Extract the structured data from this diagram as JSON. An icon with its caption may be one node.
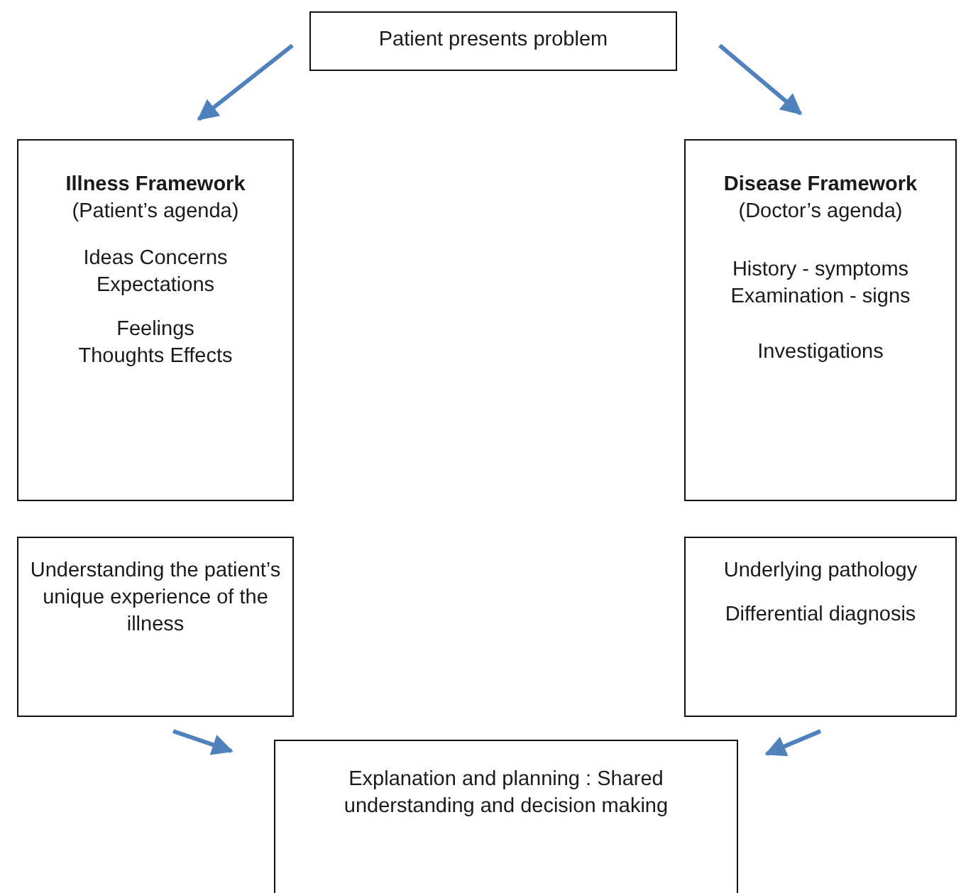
{
  "diagram": {
    "nodes": [
      {
        "text": [
          "Patient presents problem"
        ]
      },
      {
        "text": [
          "Illness Framework",
          "(Patient’s agenda)",
          "Ideas Concerns Expectations",
          "Feelings Thoughts Effects"
        ]
      },
      {
        "text": [
          "Disease Framework",
          "(Doctor’s agenda)",
          "History - symptoms Examination - signs",
          "Investigations"
        ]
      },
      {
        "text": [
          "Understanding the patient’s unique experience of the illness"
        ]
      },
      {
        "text": [
          "Underlying pathology",
          "Differential diagnosis"
        ]
      },
      {
        "text": [
          "Explanation and planning : Shared understanding and decision making"
        ]
      }
    ],
    "edges": [
      {
        "from": 0,
        "to": 1,
        "arrow": "to"
      },
      {
        "from": 0,
        "to": 2,
        "arrow": "to"
      },
      {
        "from": 3,
        "to": 5,
        "arrow": "to"
      },
      {
        "from": 4,
        "to": 5,
        "arrow": "to"
      }
    ]
  }
}
